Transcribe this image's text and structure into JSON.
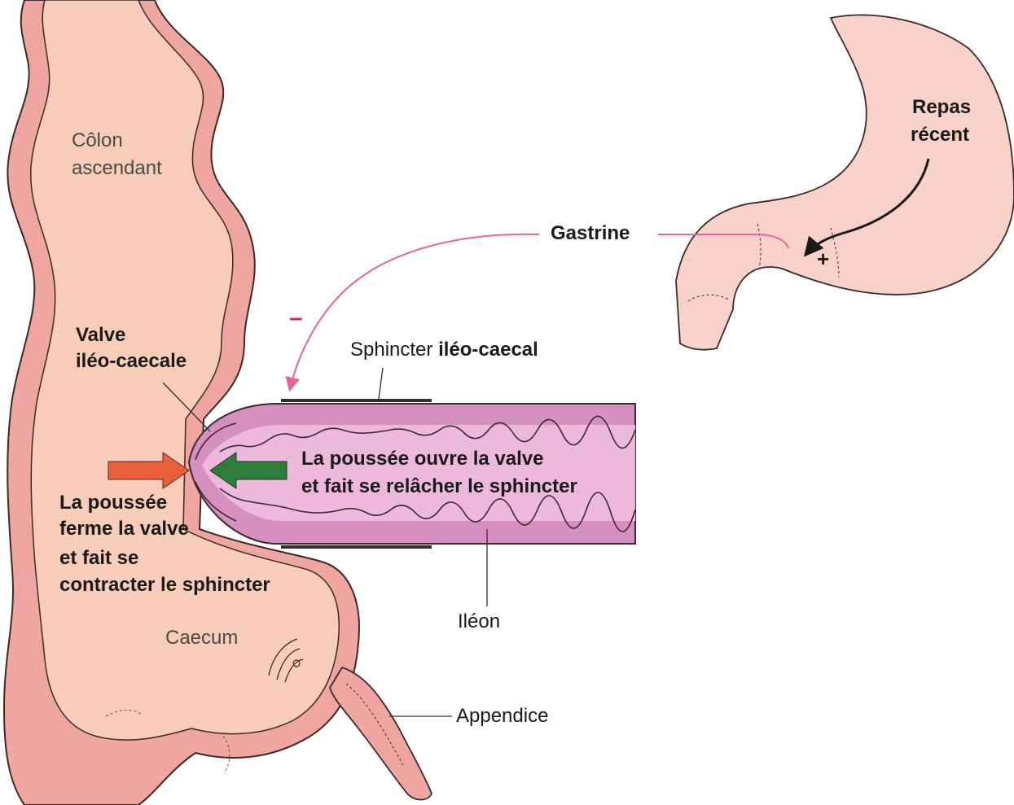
{
  "labels": {
    "colon_line1": "Côlon",
    "colon_line2": "ascendant",
    "repas_line1": "Repas",
    "repas_line2": "récent",
    "gastrine": "Gastrine",
    "minus_sign": "–",
    "plus_sign": "+",
    "valve_line1": "Valve",
    "valve_line2": "iléo-caecale",
    "sphincter_prefix": "Sphincter ",
    "sphincter_bold": "iléo-caecal",
    "push_open_line1": "La poussée ouvre la valve",
    "push_open_line2": "et fait se relâcher le sphincter",
    "push_close_line1": "La poussée",
    "push_close_line2": "ferme la valve",
    "push_close_line3": "et fait se",
    "push_close_line4": "contracter le sphincter",
    "ileon": "Iléon",
    "caecum": "Caecum",
    "appendice": "Appendice"
  },
  "colors": {
    "wall": "#efa5a0",
    "lumen": "#f7cdb9",
    "stomach": "#f8d2c9",
    "ileum_wall": "#d58fc0",
    "ileum_lumen": "#ecb8dc",
    "outline": "#3a2a2a",
    "gastrin_line": "#e5649a",
    "minus": "#d2285a",
    "arrow_close": "#e8603a",
    "arrow_open": "#2f7d3a"
  }
}
